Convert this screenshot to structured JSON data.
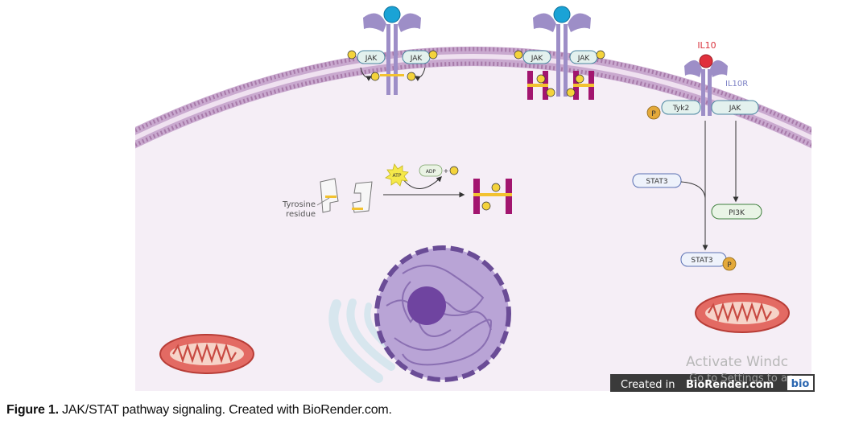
{
  "diagram": {
    "labels": {
      "jak": "JAK",
      "tyk2": "Tyk2",
      "il10": "IL10",
      "il10r": "IL10R",
      "stat3": "STAT3",
      "pi3k": "PI3K",
      "atp": "ATP",
      "adp": "ADP",
      "plus": "+",
      "phospho": "P",
      "tyrosine_line1": "Tyrosine",
      "tyrosine_line2": "residue"
    },
    "watermark": {
      "activate_line1": "Activate Windc",
      "activate_line2": "Go to Settings to ac",
      "created_in": "Created in",
      "brand": "BioRender.com",
      "brand_short": "bio"
    },
    "colors": {
      "membrane": "#b48ab8",
      "cytoplasm": "#f5eef6",
      "receptor": "#9d8ec7",
      "ligand": "#1aa3d6",
      "il10_ligand": "#e0303c",
      "jak_fill": "#e3f1ee",
      "jak_stroke": "#4a86a0",
      "phospho": "#f4d33b",
      "stat_dimer": "#a2156f",
      "dimer_band": "#f2c230",
      "mito": "#d9534f",
      "nucleus": "#8e6fb6"
    }
  },
  "caption": {
    "label": "Figure 1.",
    "text": " JAK/STAT pathway signaling. Created with BioRender.com."
  }
}
